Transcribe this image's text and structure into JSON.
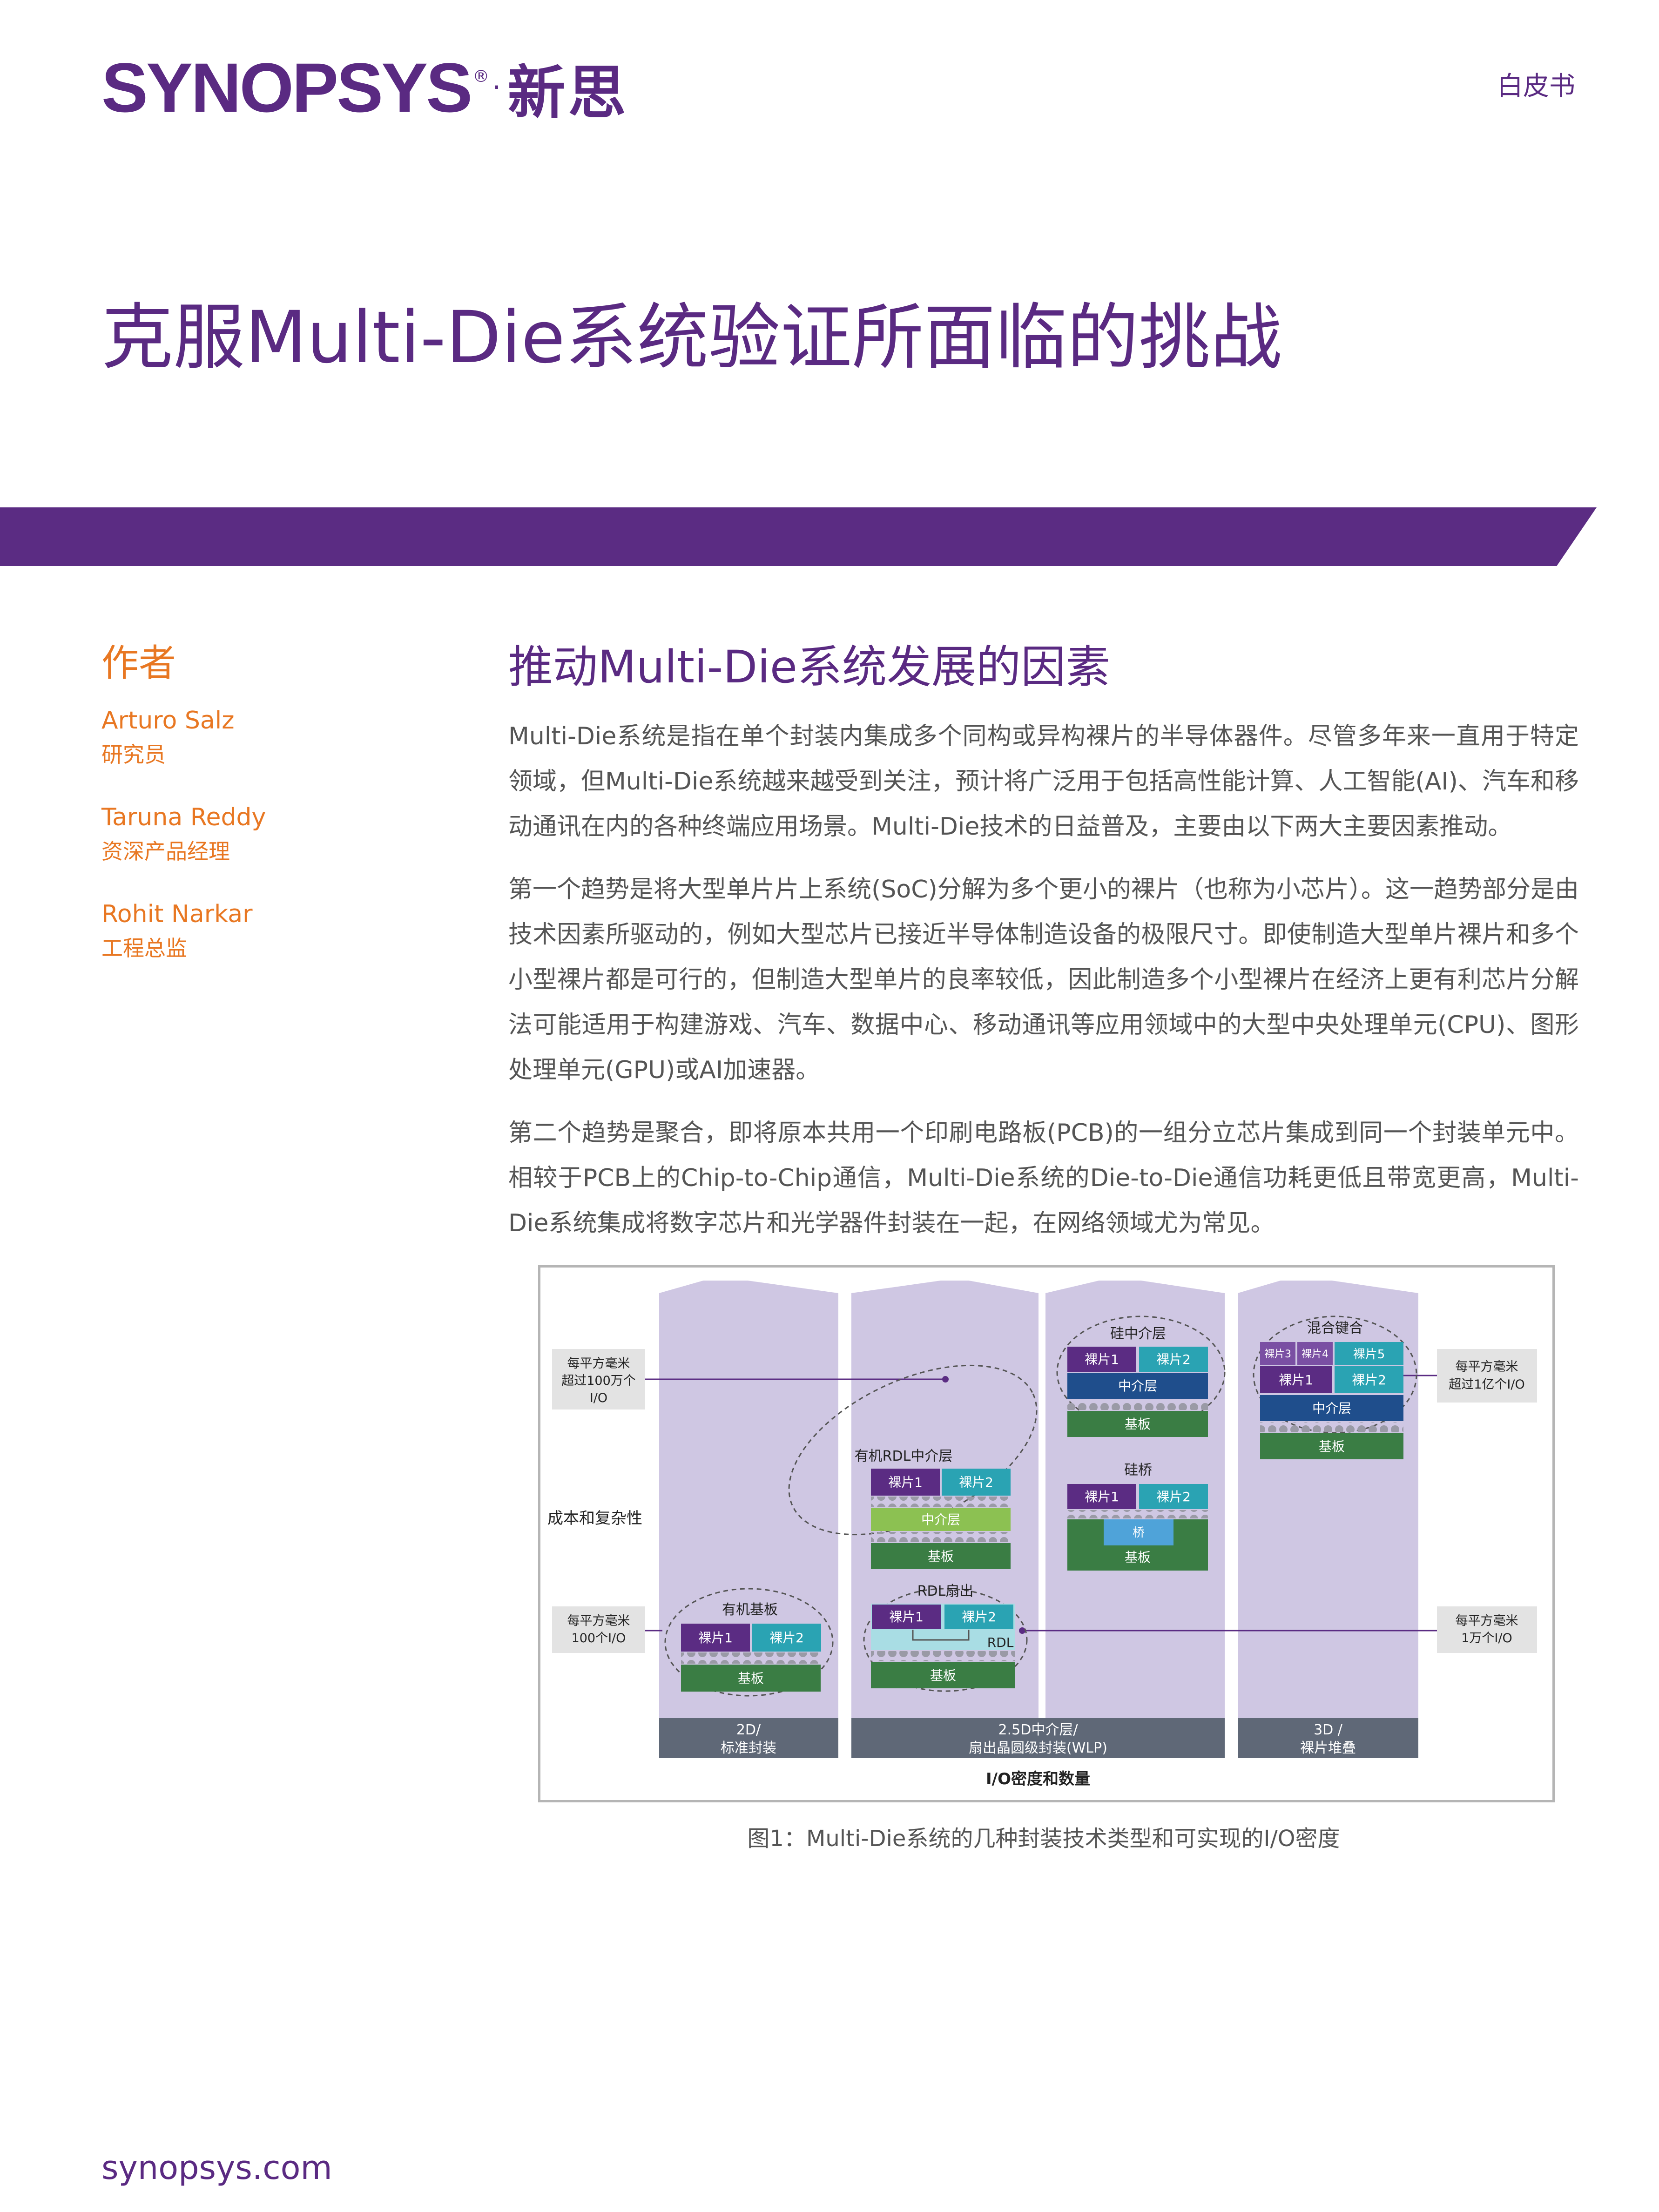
{
  "header": {
    "logo_word": "SYNOPSYS",
    "logo_reg": "®",
    "logo_cn": "新思",
    "doc_type": "白皮书"
  },
  "title": "克服Multi-Die系统验证所面临的挑战",
  "authors": {
    "heading": "作者",
    "list": [
      {
        "name": "Arturo Salz",
        "role": "研究员"
      },
      {
        "name": "Taruna Reddy",
        "role": "资深产品经理"
      },
      {
        "name": "Rohit Narkar",
        "role": "工程总监"
      }
    ]
  },
  "section": {
    "title": "推动Multi-Die系统发展的因素",
    "paragraphs": [
      "Multi-Die系统是指在单个封装内集成多个同构或异构裸片的半导体器件。尽管多年来一直用于特定领域，但Multi-Die系统越来越受到关注，预计将广泛用于包括高性能计算、人工智能(AI)、汽车和移动通讯在内的各种终端应用场景。Multi-Die技术的日益普及，主要由以下两大主要因素推动。",
      "第一个趋势是将大型单片片上系统(SoC)分解为多个更小的裸片（也称为小芯片）。这一趋势部分是由技术因素所驱动的，例如大型芯片已接近半导体制造设备的极限尺寸。即使制造大型单片裸片和多个小型裸片都是可行的，但制造大型单片的良率较低，因此制造多个小型裸片在经济上更有利芯片分解法可能适用于构建游戏、汽车、数据中心、移动通讯等应用领域中的大型中央处理单元(CPU)、图形处理单元(GPU)或AI加速器。",
      "第二个趋势是聚合，即将原本共用一个印刷电路板(PCB)的一组分立芯片集成到同一个封装单元中。相较于PCB上的Chip-to-Chip通信，Multi-Die系统的Die-to-Die通信功耗更低且带宽更高，Multi-Die系统集成将数字芯片和光学器件封装在一起，在网络领域尤为常见。"
    ]
  },
  "figure": {
    "left_top_label": [
      "每平方毫米",
      "超过100万个",
      "I/O"
    ],
    "left_mid_label": "成本和复杂性",
    "left_bottom_label": [
      "每平方毫米",
      "100个I/O"
    ],
    "right_top_label": [
      "每平方毫米",
      "超过1亿个I/O"
    ],
    "right_bottom_label": [
      "每平方毫米",
      "1万个I/O"
    ],
    "x_axis_label": "I/O密度和数量",
    "columns": [
      {
        "footer": [
          "2D/",
          "标准封装"
        ]
      },
      {
        "footer": [
          "2.5D中介层/",
          "扇出晶圆级封装(WLP)"
        ]
      },
      {
        "footer": [
          "3D /",
          "裸片堆叠"
        ]
      }
    ],
    "organic_substrate": {
      "title": "有机基板",
      "die1": "裸片1",
      "die2": "裸片2",
      "substrate": "基板"
    },
    "rdl_interposer": {
      "title": "有机RDL中介层",
      "die1": "裸片1",
      "die2": "裸片2",
      "interposer": "中介层",
      "substrate": "基板"
    },
    "rdl_fanout": {
      "title": "RDL扇出",
      "die1": "裸片1",
      "die2": "裸片2",
      "rdl": "RDL",
      "substrate": "基板"
    },
    "silicon_interposer": {
      "title": "硅中介层",
      "die1": "裸片1",
      "die2": "裸片2",
      "interposer": "中介层",
      "substrate": "基板"
    },
    "silicon_bridge": {
      "title": "硅桥",
      "die1": "裸片1",
      "die2": "裸片2",
      "bridge": "桥",
      "substrate": "基板"
    },
    "hybrid_bonding": {
      "title": "混合键合",
      "die3": "裸片3",
      "die4": "裸片4",
      "die5": "裸片5",
      "die1": "裸片1",
      "die2": "裸片2",
      "interposer": "中介层",
      "substrate": "基板"
    },
    "caption": "图1：Multi-Die系统的几种封装技术类型和可实现的I/O密度"
  },
  "footer": {
    "url": "synopsys.com"
  },
  "colors": {
    "brand_purple": "#5a2a82",
    "accent_orange": "#e87722",
    "die_purple": "#5b2c83",
    "die_teal": "#2aa3b3",
    "interposer_navy": "#1f4e8c",
    "substrate_green": "#3a7d44",
    "rdl_green": "#8cc152",
    "column_lavender": "#cfc7e3",
    "footer_slate": "#5f6877"
  }
}
